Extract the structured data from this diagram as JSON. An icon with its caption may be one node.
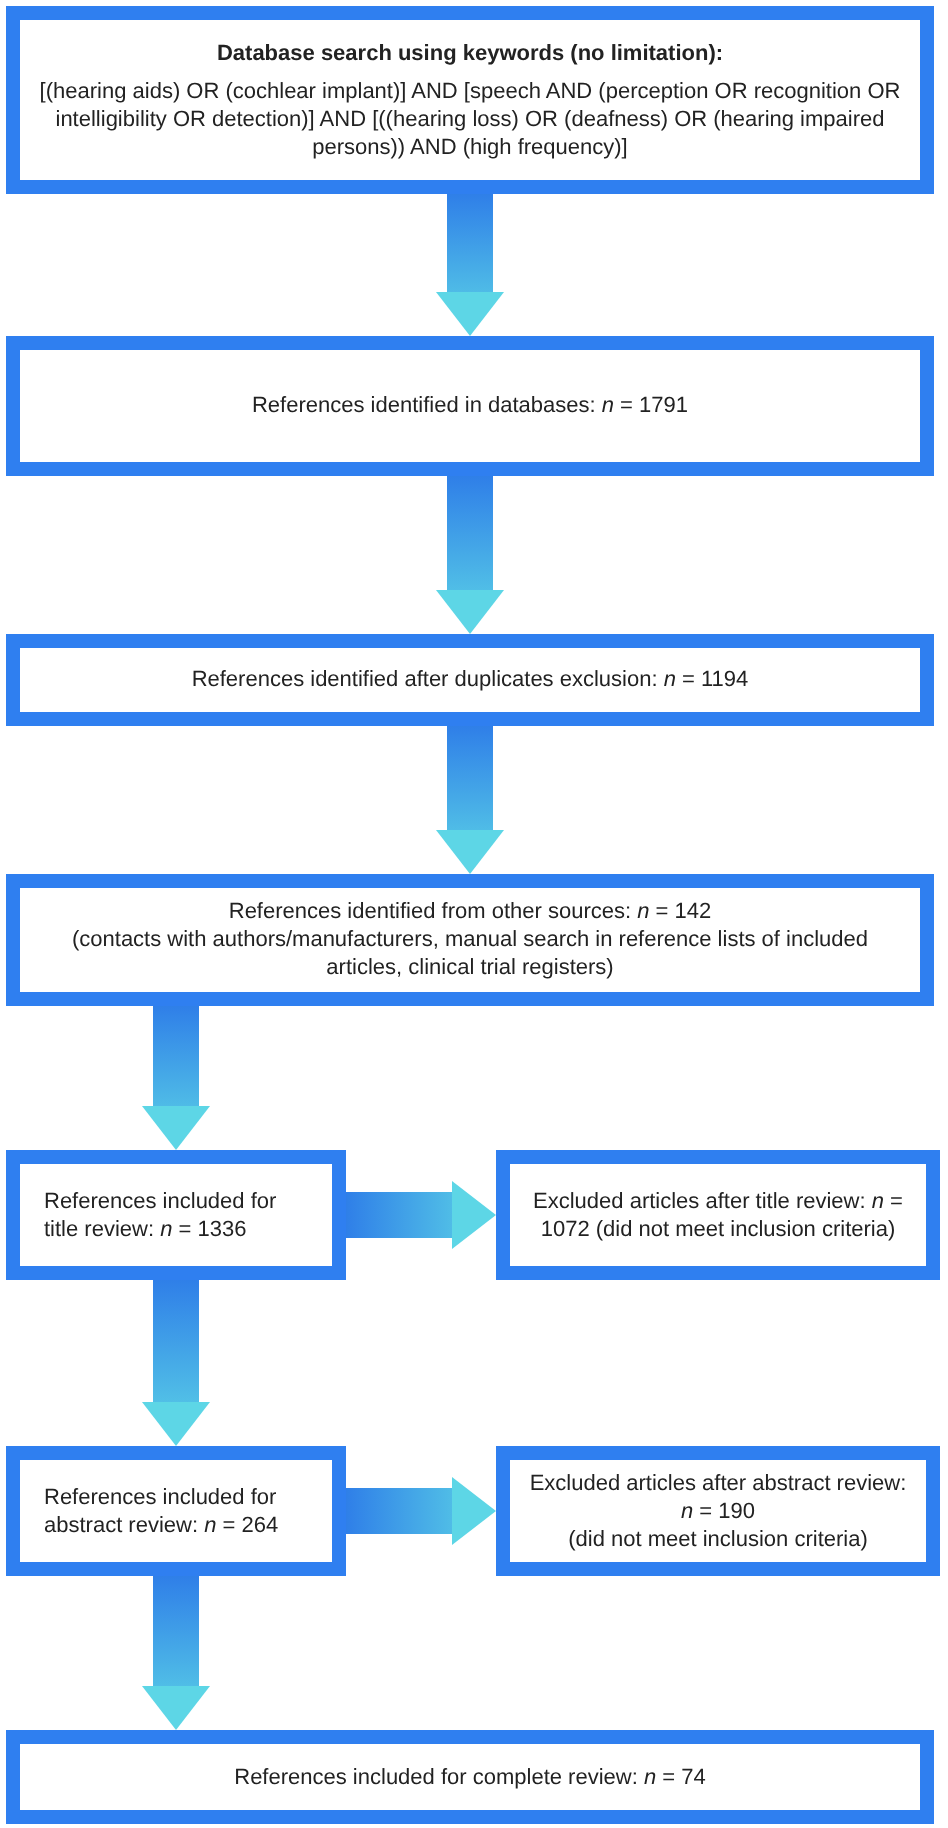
{
  "diagram": {
    "nodes": [
      {
        "text": [
          "Database search using keywords (no limitation):",
          "[(hearing aids) OR (cochlear implant)] AND [speech AND (perception OR recognition OR intelligibility OR detection)] AND [((hearing loss) OR (deafness) OR (hearing impaired persons)) AND (high frequency)]"
        ]
      },
      {
        "text": [
          "References identified in databases: *n* = 1791"
        ]
      },
      {
        "text": [
          "References identified after duplicates exclusion: *n* = 1194"
        ]
      },
      {
        "text": [
          "References identified from other sources: *n* = 142",
          "(contacts with authors/manufacturers, manual search in reference lists of included articles, clinical trial registers)"
        ]
      },
      {
        "text": [
          "References included for title review: *n* = 1336"
        ]
      },
      {
        "text": [
          "Excluded articles after title review: *n* = 1072 (did not meet inclusion criteria)"
        ]
      },
      {
        "text": [
          "References included for abstract review: *n* = 264"
        ]
      },
      {
        "text": [
          "Excluded articles after abstract review:",
          "*n* = 190",
          "(did not meet inclusion criteria)"
        ]
      },
      {
        "text": [
          "References included for complete review: *n* = 74"
        ]
      }
    ],
    "edges": [
      {
        "from": 0,
        "to": 1,
        "arrow": "to"
      },
      {
        "from": 1,
        "to": 2,
        "arrow": "to"
      },
      {
        "from": 2,
        "to": 3,
        "arrow": "to"
      },
      {
        "from": 3,
        "to": 4,
        "arrow": "to"
      },
      {
        "from": 4,
        "to": 5,
        "arrow": "to"
      },
      {
        "from": 4,
        "to": 6,
        "arrow": "to"
      },
      {
        "from": 6,
        "to": 7,
        "arrow": "to"
      },
      {
        "from": 6,
        "to": 8,
        "arrow": "to"
      }
    ]
  }
}
